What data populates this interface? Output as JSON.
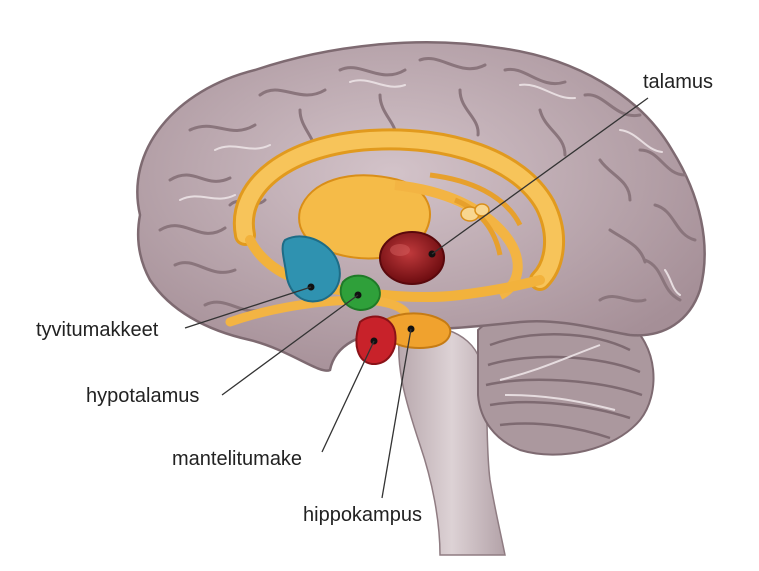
{
  "labels": {
    "talamus": "talamus",
    "tyvitumakkeet": "tyvitumakkeet",
    "hypotalamus": "hypotalamus",
    "mantelitumake": "mantelitumake",
    "hippokampus": "hippokampus"
  },
  "colors": {
    "cortex": "#b9a6ad",
    "limbic": "#f2b640",
    "thalamus": "#8e1418",
    "basal_ganglia": "#2d8fae",
    "hypothalamus": "#2fa03a",
    "amygdala": "#c8222a",
    "hippocampus": "#f0a22e",
    "brainstem": "#cdbfc3",
    "cerebellum": "#a8969b",
    "leader": "#333333"
  }
}
